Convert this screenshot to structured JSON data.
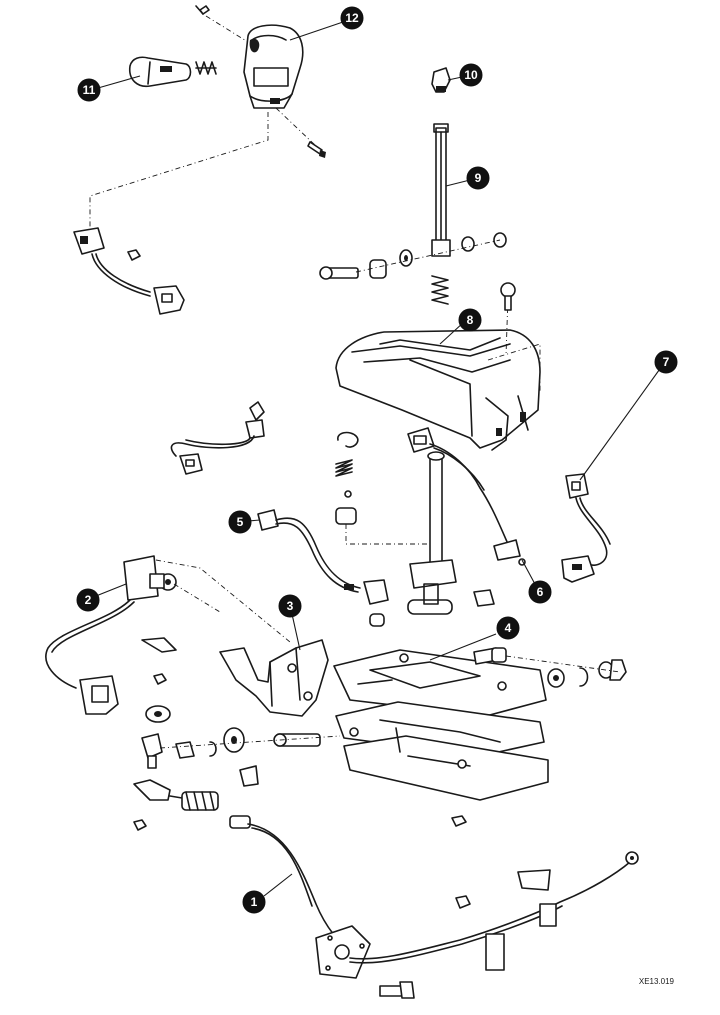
{
  "diagram": {
    "reference_code": "XE13.019",
    "callouts": [
      {
        "id": "c1",
        "label": "1"
      },
      {
        "id": "c2",
        "label": "2"
      },
      {
        "id": "c3",
        "label": "3"
      },
      {
        "id": "c4",
        "label": "4"
      },
      {
        "id": "c5",
        "label": "5"
      },
      {
        "id": "c6",
        "label": "6"
      },
      {
        "id": "c7",
        "label": "7"
      },
      {
        "id": "c8",
        "label": "8"
      },
      {
        "id": "c9",
        "label": "9"
      },
      {
        "id": "c10",
        "label": "10"
      },
      {
        "id": "c11",
        "label": "11"
      },
      {
        "id": "c12",
        "label": "12"
      }
    ]
  }
}
